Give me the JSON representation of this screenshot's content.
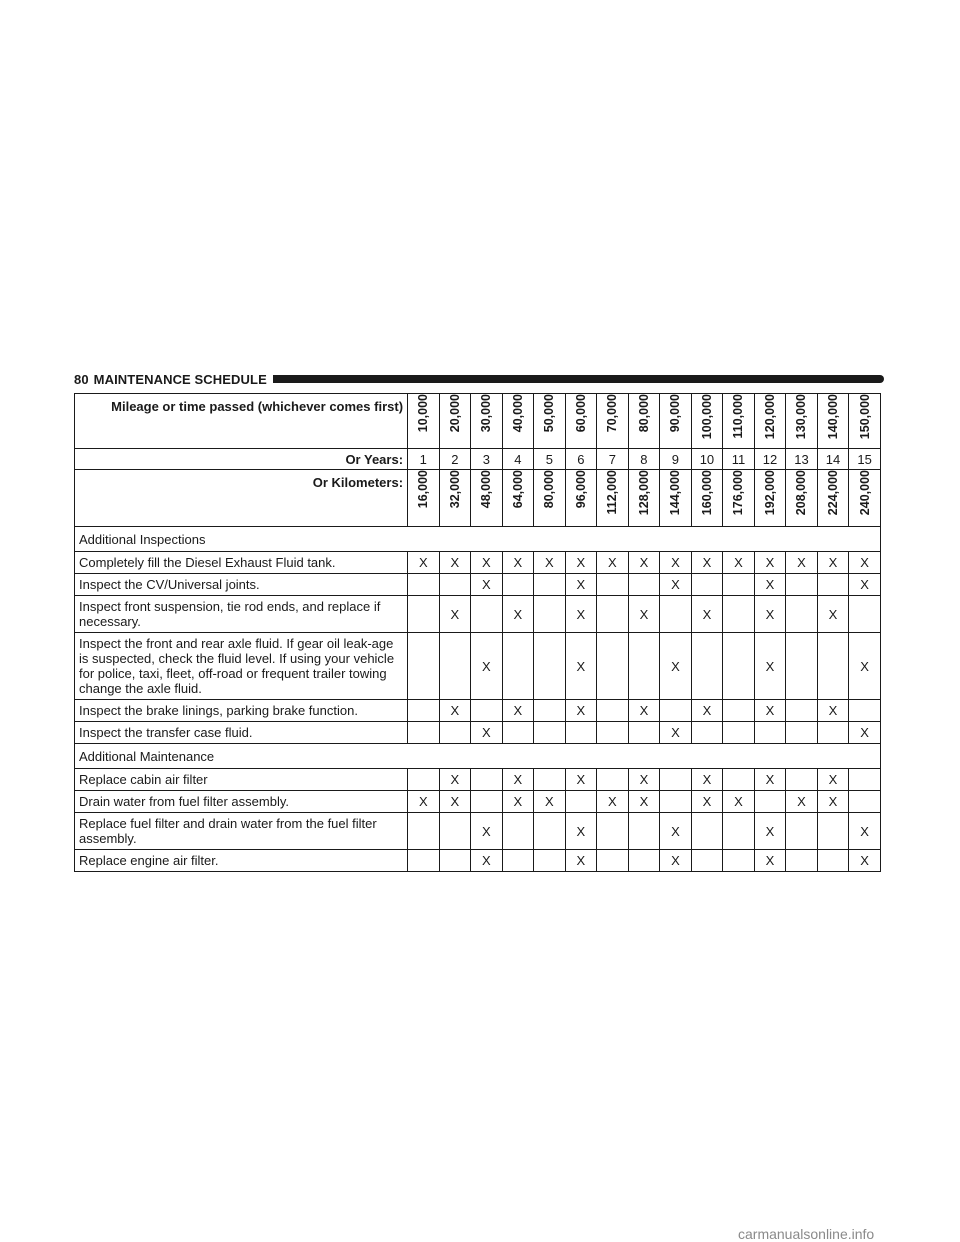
{
  "header": {
    "page_number": "80",
    "section_title": "MAINTENANCE SCHEDULE"
  },
  "table": {
    "mileage_label": "Mileage or time passed (whichever comes first)",
    "mileage": [
      "10,000",
      "20,000",
      "30,000",
      "40,000",
      "50,000",
      "60,000",
      "70,000",
      "80,000",
      "90,000",
      "100,000",
      "110,000",
      "120,000",
      "130,000",
      "140,000",
      "150,000"
    ],
    "years_label": "Or Years:",
    "years": [
      "1",
      "2",
      "3",
      "4",
      "5",
      "6",
      "7",
      "8",
      "9",
      "10",
      "11",
      "12",
      "13",
      "14",
      "15"
    ],
    "km_label": "Or Kilometers:",
    "kilometers": [
      "16,000",
      "32,000",
      "48,000",
      "64,000",
      "80,000",
      "96,000",
      "112,000",
      "128,000",
      "144,000",
      "160,000",
      "176,000",
      "192,000",
      "208,000",
      "224,000",
      "240,000"
    ],
    "sections": [
      {
        "title": "Additional Inspections",
        "rows": [
          {
            "task": "Completely fill the Diesel Exhaust Fluid tank.",
            "marks": [
              "X",
              "X",
              "X",
              "X",
              "X",
              "X",
              "X",
              "X",
              "X",
              "X",
              "X",
              "X",
              "X",
              "X",
              "X"
            ]
          },
          {
            "task": "Inspect the CV/Universal joints.",
            "marks": [
              "",
              "",
              "X",
              "",
              "",
              "X",
              "",
              "",
              "X",
              "",
              "",
              "X",
              "",
              "",
              "X"
            ]
          },
          {
            "task": "Inspect front suspension, tie rod ends, and replace if necessary.",
            "marks": [
              "",
              "X",
              "",
              "X",
              "",
              "X",
              "",
              "X",
              "",
              "X",
              "",
              "X",
              "",
              "X",
              ""
            ]
          },
          {
            "task": "Inspect the front and rear axle fluid. If gear oil leak-age is suspected, check the fluid level. If using your vehicle for police, taxi, fleet, off-road or frequent trailer towing change the axle fluid.",
            "marks": [
              "",
              "",
              "X",
              "",
              "",
              "X",
              "",
              "",
              "X",
              "",
              "",
              "X",
              "",
              "",
              "X"
            ]
          },
          {
            "task": "Inspect the brake linings, parking brake function.",
            "marks": [
              "",
              "X",
              "",
              "X",
              "",
              "X",
              "",
              "X",
              "",
              "X",
              "",
              "X",
              "",
              "X",
              ""
            ]
          },
          {
            "task": "Inspect the transfer case fluid.",
            "marks": [
              "",
              "",
              "X",
              "",
              "",
              "",
              "",
              "",
              "X",
              "",
              "",
              "",
              "",
              "",
              "X"
            ]
          }
        ]
      },
      {
        "title": "Additional Maintenance",
        "rows": [
          {
            "task": "Replace cabin air filter",
            "marks": [
              "",
              "X",
              "",
              "X",
              "",
              "X",
              "",
              "X",
              "",
              "X",
              "",
              "X",
              "",
              "X",
              ""
            ]
          },
          {
            "task": "Drain water from fuel filter assembly.",
            "marks": [
              "X",
              "X",
              "",
              "X",
              "X",
              "",
              "X",
              "X",
              "",
              "X",
              "X",
              "",
              "X",
              "X",
              ""
            ]
          },
          {
            "task": "Replace fuel filter and drain water from the fuel filter assembly.",
            "marks": [
              "",
              "",
              "X",
              "",
              "",
              "X",
              "",
              "",
              "X",
              "",
              "",
              "X",
              "",
              "",
              "X"
            ]
          },
          {
            "task": "Replace engine air filter.",
            "marks": [
              "",
              "",
              "X",
              "",
              "",
              "X",
              "",
              "",
              "X",
              "",
              "",
              "X",
              "",
              "",
              "X"
            ]
          }
        ]
      }
    ]
  },
  "watermark": "carmanualsonline.info"
}
